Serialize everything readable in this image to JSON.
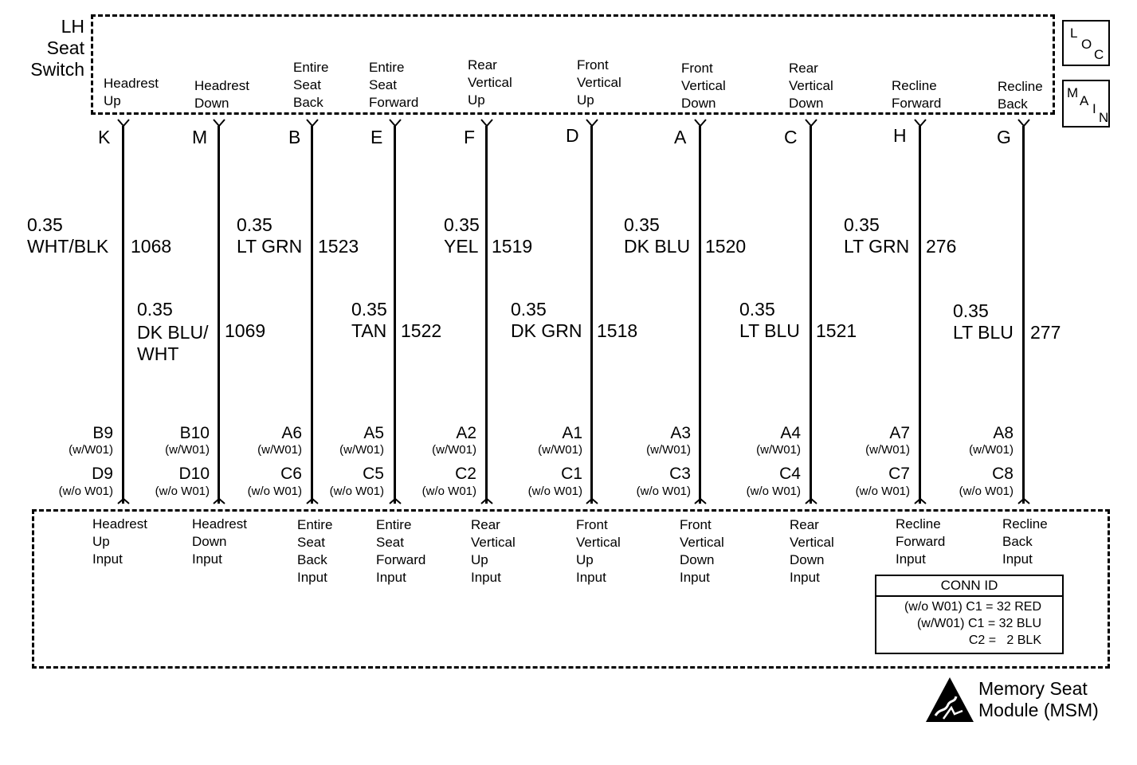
{
  "switch": {
    "title": "LH\nSeat\nSwitch",
    "inputs": [
      "Headrest\nUp",
      "Headrest\nDown",
      "Entire\nSeat\nBack",
      "Entire\nSeat\nForward",
      "Rear\nVertical\nUp",
      "Front\nVertical\nUp",
      "Front\nVertical\nDown",
      "Rear\nVertical\nDown",
      "Recline\nForward",
      "Recline\nBack"
    ],
    "pins": [
      "K",
      "M",
      "B",
      "E",
      "F",
      "D",
      "A",
      "C",
      "H",
      "G"
    ]
  },
  "tags": {
    "loc": [
      "L",
      "O",
      "C"
    ],
    "main": [
      "M",
      "A",
      "I",
      "N"
    ]
  },
  "wires": [
    {
      "gauge": "0.35",
      "color": "WHT/BLK",
      "circuit": "1068"
    },
    {
      "gauge": "0.35",
      "color": "DK BLU/\nWHT",
      "circuit": "1069"
    },
    {
      "gauge": "0.35",
      "color": "LT GRN",
      "circuit": "1523"
    },
    {
      "gauge": "0.35",
      "color": "TAN",
      "circuit": "1522"
    },
    {
      "gauge": "0.35",
      "color": "YEL",
      "circuit": "1519"
    },
    {
      "gauge": "0.35",
      "color": "DK GRN",
      "circuit": "1518"
    },
    {
      "gauge": "0.35",
      "color": "DK BLU",
      "circuit": "1520"
    },
    {
      "gauge": "0.35",
      "color": "LT BLU",
      "circuit": "1521"
    },
    {
      "gauge": "0.35",
      "color": "LT GRN",
      "circuit": "276"
    },
    {
      "gauge": "0.35",
      "color": "LT BLU",
      "circuit": "277"
    }
  ],
  "terminals": [
    {
      "with": "B9",
      "without": "D9"
    },
    {
      "with": "B10",
      "without": "D10"
    },
    {
      "with": "A6",
      "without": "C6"
    },
    {
      "with": "A5",
      "without": "C5"
    },
    {
      "with": "A2",
      "without": "C2"
    },
    {
      "with": "A1",
      "without": "C1"
    },
    {
      "with": "A3",
      "without": "C3"
    },
    {
      "with": "A4",
      "without": "C4"
    },
    {
      "with": "A7",
      "without": "C7"
    },
    {
      "with": "A8",
      "without": "C8"
    }
  ],
  "option_labels": {
    "with": "(w/W01)",
    "without": "(w/o W01)"
  },
  "module": {
    "inputs": [
      "Headrest\nUp\nInput",
      "Headrest\nDown\nInput",
      "Entire\nSeat\nBack\nInput",
      "Entire\nSeat\nForward\nInput",
      "Rear\nVertical\nUp\nInput",
      "Front\nVertical\nUp\nInput",
      "Front\nVertical\nDown\nInput",
      "Rear\nVertical\nDown\nInput",
      "Recline\nForward\nInput",
      "Recline\nBack\nInput"
    ],
    "name": "Memory Seat\nModule (MSM)",
    "icon": "esd-sensitive-icon"
  },
  "conn_id": {
    "title": "CONN ID",
    "rows": [
      "(w/o W01) C1 = 32 RED",
      "(w/W01) C1 = 32 BLU",
      "C2 =   2 BLK"
    ]
  }
}
